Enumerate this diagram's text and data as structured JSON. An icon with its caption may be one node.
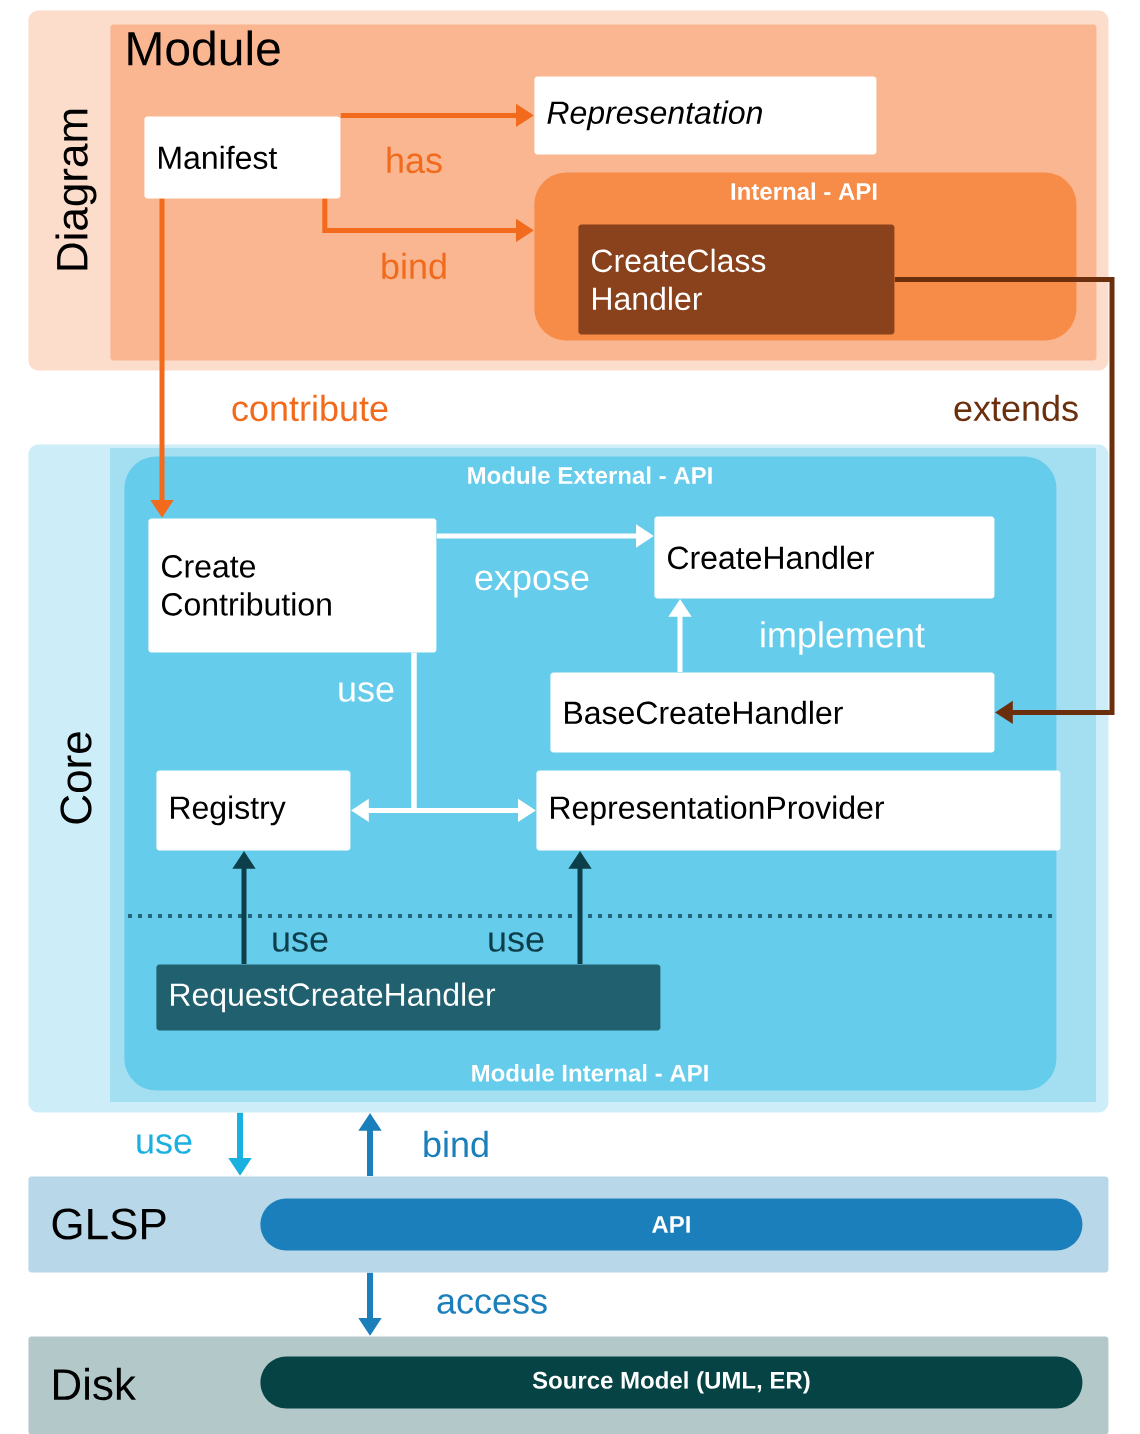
{
  "diagram": {
    "nodes": [
      {
        "text": [
          "Diagram"
        ]
      },
      {
        "text": [
          "Module"
        ],
        "in": 0
      },
      {
        "text": [
          "Manifest"
        ],
        "in": 1
      },
      {
        "text": [
          "*Representation*"
        ],
        "in": 1
      },
      {
        "text": [
          "Internal - API"
        ],
        "in": 1
      },
      {
        "text": [
          "CreateClass Handler"
        ],
        "in": 4
      },
      {
        "text": [
          "Core"
        ]
      },
      {
        "text": [
          "Module External - API",
          "Module Internal - API"
        ],
        "in": 6
      },
      {
        "text": [
          "Create Contribution"
        ],
        "in": 7
      },
      {
        "text": [
          "CreateHandler"
        ],
        "in": 7
      },
      {
        "text": [
          "BaseCreateHandler"
        ],
        "in": 7
      },
      {
        "text": [
          "Registry"
        ],
        "in": 7
      },
      {
        "text": [
          "RepresentationProvider"
        ],
        "in": 7
      },
      {
        "text": [
          "RequestCreateHandler"
        ],
        "in": 7
      },
      {
        "text": [
          "GLSP"
        ]
      },
      {
        "text": [
          "API"
        ],
        "in": 14
      },
      {
        "text": [
          "Disk"
        ]
      },
      {
        "text": [
          "Source Model (UML, ER)"
        ],
        "in": 16
      }
    ],
    "edges": [
      {
        "from": 2,
        "to": 3,
        "arrow": "to",
        "label": "has",
        "color": "#f26a1b"
      },
      {
        "from": 2,
        "to": 4,
        "arrow": "to",
        "label": "bind",
        "color": "#f26a1b"
      },
      {
        "from": 2,
        "to": 8,
        "arrow": "to",
        "label": "contribute",
        "color": "#f26a1b"
      },
      {
        "from": 5,
        "to": 10,
        "arrow": "to",
        "label": "extends",
        "color": "#6b2f0e"
      },
      {
        "from": 8,
        "to": 9,
        "arrow": "to",
        "label": "expose",
        "color": "#ffffff"
      },
      {
        "from": 10,
        "to": 9,
        "arrow": "to",
        "label": "implement",
        "color": "#ffffff"
      },
      {
        "from": 8,
        "to": 11,
        "arrow": "to",
        "label": "use",
        "color": "#ffffff"
      },
      {
        "from": 8,
        "to": 12,
        "arrow": "to",
        "color": "#ffffff"
      },
      {
        "from": 13,
        "to": 11,
        "arrow": "to",
        "label": "use",
        "color": "#0d3f4b"
      },
      {
        "from": 13,
        "to": 12,
        "arrow": "to",
        "label": "use",
        "color": "#0d3f4b"
      },
      {
        "from": 6,
        "to": 14,
        "arrow": "to",
        "label": "use",
        "color": "#1ab0e0"
      },
      {
        "from": 14,
        "to": 6,
        "arrow": "to",
        "label": "bind",
        "color": "#1a7fba"
      },
      {
        "from": 14,
        "to": 16,
        "arrow": "to",
        "label": "access",
        "color": "#1a7fba"
      }
    ]
  }
}
